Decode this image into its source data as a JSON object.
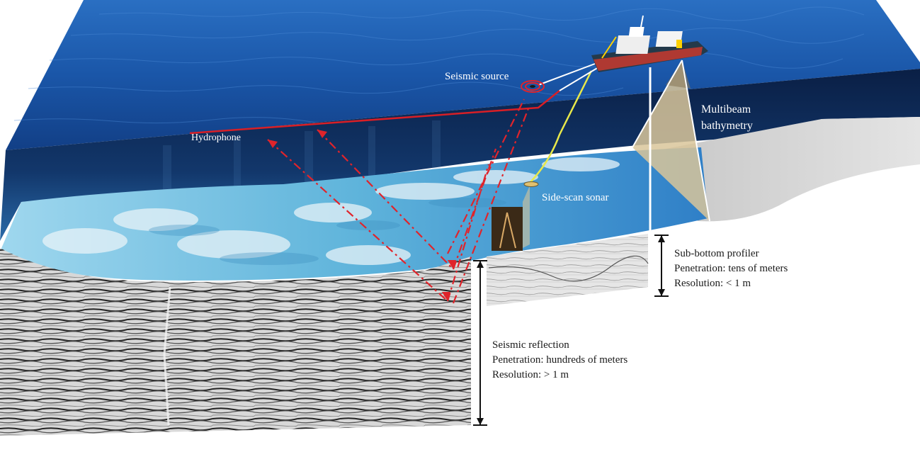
{
  "labels": {
    "seismic_source": "Seismic source",
    "hydrophone": "Hydrophone",
    "multibeam": [
      "Multibeam",
      "bathymetry"
    ],
    "side_scan": "Side-scan sonar",
    "sub_bottom": [
      "Sub-bottom profiler",
      "Penetration: tens of meters",
      "Resolution: < 1 m"
    ],
    "seismic_reflection": [
      "Seismic reflection",
      "Penetration: hundreds of meters",
      "Resolution: > 1 m"
    ]
  },
  "colors": {
    "sea_surface": "#1d5fb0",
    "water_column": "#0d2a55",
    "seafloor": "#7cc3e0",
    "seismic_ray": "#e0242b",
    "tow_cable": "#e8e84a",
    "multibeam_fan": "#d9c69a"
  },
  "icons": [
    "research-vessel-icon",
    "seismic-source-icon",
    "side-scan-sonar-towfish-icon"
  ]
}
